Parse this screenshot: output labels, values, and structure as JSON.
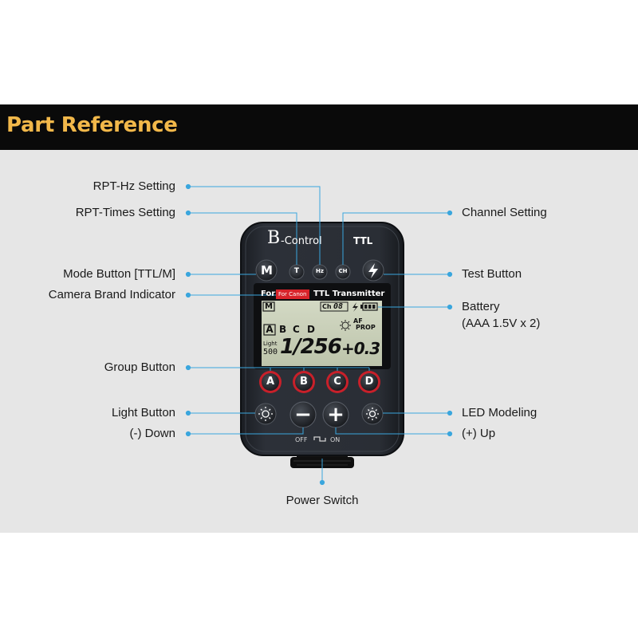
{
  "header": {
    "title": "Part Reference"
  },
  "labels": {
    "rpt_hz": "RPT-Hz Setting",
    "rpt_times": "RPT-Times Setting",
    "mode_button": "Mode Button [TTL/M]",
    "camera_brand": "Camera Brand Indicator",
    "group_button": "Group Button",
    "light_button": "Light Button",
    "down": "(-) Down",
    "channel_setting": "Channel Setting",
    "test_button": "Test Button",
    "battery_line1": "Battery",
    "battery_line2": "(AAA 1.5V x 2)",
    "led_modeling": "LED Modeling",
    "up": "(+) Up",
    "power_switch": "Power Switch"
  },
  "device": {
    "brand_b": "B",
    "brand_rest": "-Control",
    "brand_ttl": "TTL",
    "btn_mode": "M",
    "btn_rpt_times": "T",
    "btn_rpt_hz": "Hz",
    "btn_channel": "CH",
    "lcd": {
      "for": "For",
      "for_canon": "For Canon",
      "ttl_transmitter": "TTL Transmitter",
      "mode": "M",
      "ch": "Ch",
      "ch_value": "08",
      "groups": [
        "A",
        "B",
        "C",
        "D"
      ],
      "af": "AF",
      "prop": "PROP",
      "light": "Light",
      "light_value": "500",
      "shutter": "1/256",
      "comp": "+0.3"
    },
    "group_buttons": [
      "A",
      "B",
      "C",
      "D"
    ],
    "minus": "−",
    "plus": "+",
    "switch_off": "OFF",
    "switch_on": "ON"
  },
  "colors": {
    "title": "#f2b84a",
    "leader": "#3aa6dd",
    "brand_red": "#d8232a",
    "lcd_bg": "#c9d0b8"
  },
  "icons": [
    "flash-icon",
    "light-bulb-icon",
    "led-modeling-icon"
  ]
}
